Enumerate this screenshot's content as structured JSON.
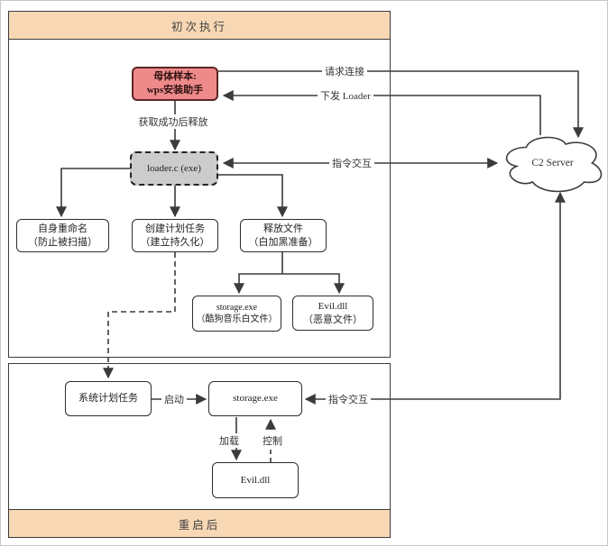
{
  "colors": {
    "header_fill": "#f8d8b4",
    "mother_fill": "#ee8a8a",
    "mother_border": "#5d2626",
    "loader_fill": "#cccccc",
    "line": "#3b3b3b"
  },
  "sections": {
    "first_run": "初次执行",
    "after_reboot": "重启后"
  },
  "nodes": {
    "mother": {
      "line1": "母体样本:",
      "line2": "wps安装助手"
    },
    "loader": {
      "label": "loader.c (exe)"
    },
    "rename": {
      "line1": "自身重命名",
      "line2": "（防止被扫描）"
    },
    "task": {
      "line1": "创建计划任务",
      "line2": "（建立持久化）"
    },
    "drop": {
      "line1": "释放文件",
      "line2": "（白加黑准备）"
    },
    "storage_top": {
      "line1": "storage.exe",
      "line2": "（酷狗音乐白文件）"
    },
    "evil_top": {
      "line1": "Evil.dll",
      "line2": "（恶意文件）"
    },
    "c2": {
      "label": "C2 Server"
    },
    "sys_task": {
      "label": "系统计划任务"
    },
    "storage_bottom": {
      "label": "storage.exe"
    },
    "evil_bottom": {
      "label": "Evil.dll"
    }
  },
  "edge_labels": {
    "request": "请求连接",
    "deliver": "下发 Loader",
    "release": "获取成功后释放",
    "interact_top": "指令交互",
    "interact_bottom": "指令交互",
    "start": "启动",
    "load": "加载",
    "control": "控制"
  }
}
